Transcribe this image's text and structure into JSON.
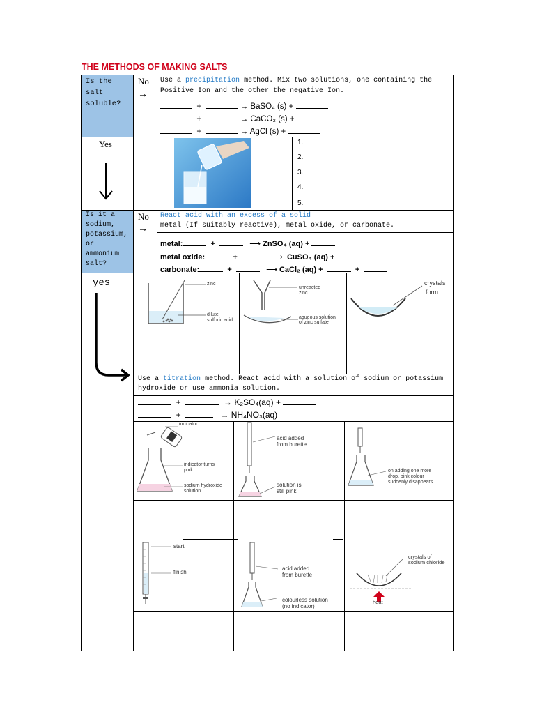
{
  "title": "THE METHODS OF MAKING SALTS",
  "colors": {
    "title": "#d0021b",
    "question_bg": "#9dc3e6",
    "highlight": "#1f77c4"
  },
  "row1": {
    "question": "Is the salt soluble?",
    "no_label": "No",
    "arrow": "→",
    "intro_pre": "Use a",
    "intro_method": "precipitation",
    "intro_post": "method. Mix two solutions, one containing the Positive Ion and the other the negative Ion.",
    "equations": [
      "→ BaSO₄ (s) +",
      "→ CaCO₃ (s) +",
      "→ AgCl (s) +"
    ]
  },
  "row2": {
    "yes_label": "Yes",
    "steps": [
      "1.",
      "2.",
      "3.",
      "4.",
      "5."
    ]
  },
  "row3": {
    "question": "Is it a sodium, potassium, or ammonium salt?",
    "no_label": "No",
    "arrow": "→",
    "intro_line1": "React acid with an excess of a solid",
    "intro_line2": "metal (If suitably reactive), metal oxide, or carbonate.",
    "eq1_label": "metal:",
    "eq1_product": "ZnSO₄ (aq) +",
    "eq2_label": "metal oxide:",
    "eq2_product": "CuSO₄ (aq) +",
    "eq3_label": "carbonate:",
    "eq3_product": "CaCl₂ (aq) +",
    "plus": "+",
    "long_arrow": "⟶"
  },
  "row4": {
    "yes_label": "yes",
    "fig_labels": {
      "zinc": "zinc",
      "dilute": "dilute",
      "sulfuric": "sulfuric acid",
      "unreacted": "unreacted",
      "unreacted2": "zinc",
      "aqueous": "aqueous solution",
      "aqueous2": "of zinc sulfate",
      "crystals": "crystals",
      "form": "form"
    }
  },
  "titration": {
    "intro_pre": "Use a",
    "intro_method": "titration",
    "intro_post": "method. React acid with a solution of sodium or potassium hydroxide or use ammonia solution.",
    "eq1": "→ K₂SO₄(aq) +",
    "eq2": "→  NH₄NO₃(aq)",
    "plus": "+",
    "fig1": {
      "indicator": "indicator",
      "turns": "indicator turns",
      "pink": "pink",
      "naoh": "sodium hydroxide",
      "solution": "solution"
    },
    "fig2": {
      "acid": "acid added",
      "burette": "from burette",
      "still1": "solution is",
      "still2": "still pink"
    },
    "fig3": {
      "l1": "on adding one more",
      "l2": "drop, pink colour",
      "l3": "suddenly disappears"
    },
    "fig4": {
      "start": "start",
      "finish": "finish"
    },
    "fig5": {
      "acid": "acid added",
      "burette": "from burette",
      "c1": "colourless solution",
      "c2": "(no indicator)"
    },
    "fig6": {
      "c1": "crystals of",
      "c2": "sodium chloride",
      "heat": "heat"
    }
  }
}
